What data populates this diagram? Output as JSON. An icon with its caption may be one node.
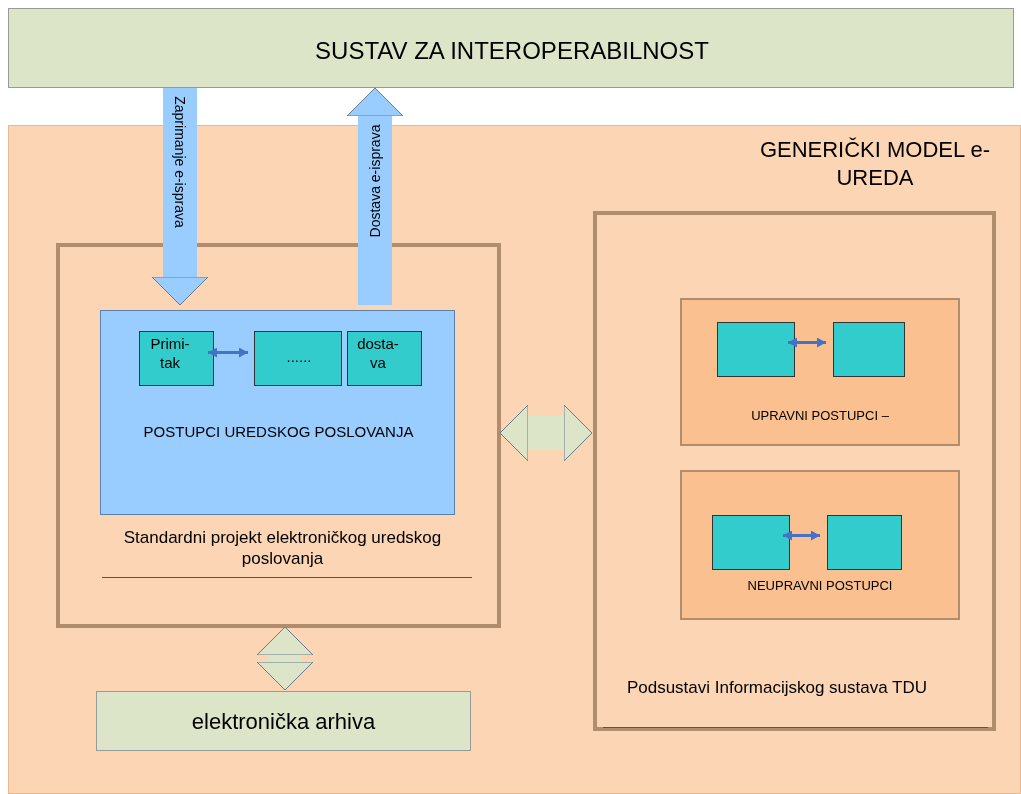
{
  "diagram": {
    "nodes": [
      {
        "text": [
          "SUSTAV ZA INTEROPERABILNOST"
        ]
      },
      {
        "text": [
          "GENERIČKI MODEL e-UREDA"
        ]
      },
      {
        "text": [
          "Standardni projekt elektroničkog uredskog poslovanja"
        ],
        "in": 1
      },
      {
        "text": [
          "POSTUPCI UREDSKOG POSLOVANJA"
        ],
        "in": 2
      },
      {
        "text": [
          "Primi- tak"
        ],
        "in": 3
      },
      {
        "text": [
          "......"
        ],
        "in": 3
      },
      {
        "text": [
          "dosta- va"
        ],
        "in": 3
      },
      {
        "text": [
          "Podsustavi Informacijskog sustava TDU"
        ],
        "in": 1
      },
      {
        "text": [
          "UPRAVNI POSTUPCI –"
        ],
        "in": 7
      },
      {
        "text": [],
        "shape": "box",
        "in": 8
      },
      {
        "text": [],
        "shape": "box",
        "in": 8
      },
      {
        "text": [
          "NEUPRAVNI POSTUPCI"
        ],
        "in": 7
      },
      {
        "text": [],
        "shape": "box",
        "in": 11
      },
      {
        "text": [],
        "shape": "box",
        "in": 11
      },
      {
        "text": [
          "elektronička arhiva"
        ],
        "in": 1
      }
    ],
    "edges": [
      {
        "from": 0,
        "to": 3,
        "arrow": "to",
        "label": "Zaprimanje e-isprava",
        "color": "#99ccff"
      },
      {
        "from": 3,
        "to": 0,
        "arrow": "to",
        "label": "Dostava e-isprava",
        "color": "#99ccff"
      },
      {
        "from": 4,
        "to": 5,
        "arrow": "both"
      },
      {
        "from": 2,
        "to": 7,
        "arrow": "both",
        "color": "#dde5c8"
      },
      {
        "from": 2,
        "to": 14,
        "arrow": "both",
        "color": "#dde5c8"
      },
      {
        "from": 9,
        "to": 10,
        "arrow": "both"
      },
      {
        "from": 12,
        "to": 13,
        "arrow": "both"
      }
    ]
  }
}
